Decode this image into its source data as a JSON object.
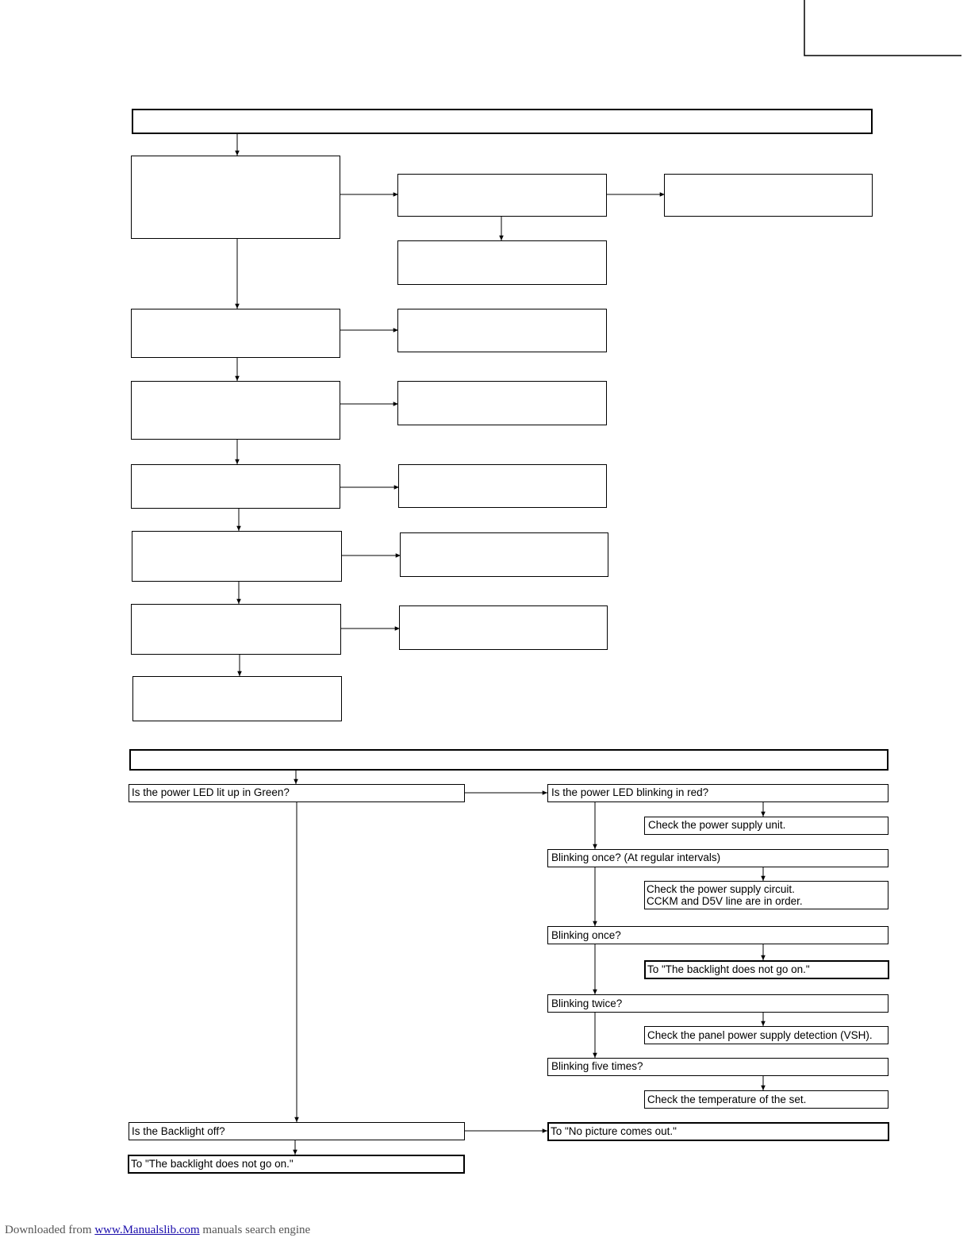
{
  "flowchart": {
    "q_power_led_green": "Is the power LED lit up in Green?",
    "q_power_led_blinking_red": "Is the power LED blinking in red?",
    "a_check_power_supply_unit": "Check the power supply unit.",
    "q_blinking_once_regular": "Blinking once? (At regular intervals)",
    "a_check_power_supply_circuit_line1": "Check the power supply circuit.",
    "a_check_power_supply_circuit_line2": "CCKM and D5V line are in order.",
    "q_blinking_once": "Blinking once?",
    "a_to_backlight_not_on": "To \"The backlight does not go on.\"",
    "q_blinking_twice": "Blinking twice?",
    "a_check_panel_power_vsh": "Check the panel power supply detection (VSH).",
    "q_blinking_five_times": "Blinking five times?",
    "a_check_temperature": "Check the temperature of the set.",
    "q_backlight_off": "Is the Backlight off?",
    "a_to_no_picture": "To \"No picture comes out.\"",
    "a_to_backlight_not_on_2": "To \"The backlight does not go on.\""
  },
  "footer": {
    "prefix": "Downloaded from ",
    "link": "www.Manualslib.com",
    "suffix": " manuals search engine"
  }
}
